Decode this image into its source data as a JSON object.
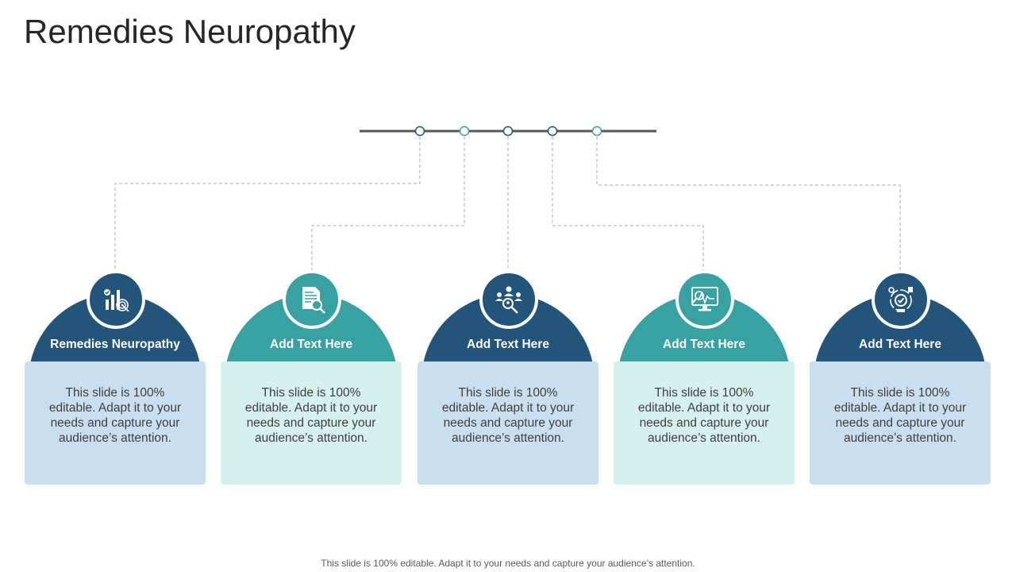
{
  "title": "Remedies Neuropathy",
  "colors": {
    "dark": "#23557a",
    "teal": "#38a2a2",
    "dark_body": "#c9dff0",
    "teal_body": "#d6f0f0"
  },
  "cards": [
    {
      "heading": "Remedies Neuropathy",
      "description": "This slide is 100% editable. Adapt it to your needs and capture your audience’s attention.",
      "icon": "analytics-target-icon"
    },
    {
      "heading": "Add Text Here",
      "description": "This slide is 100% editable. Adapt it to your needs and capture your audience’s attention.",
      "icon": "document-search-icon"
    },
    {
      "heading": "Add Text Here",
      "description": "This slide is 100% editable. Adapt it to your needs and capture your audience’s attention.",
      "icon": "team-search-icon"
    },
    {
      "heading": "Add Text Here",
      "description": "This slide is 100% editable. Adapt it to your needs and capture your audience’s attention.",
      "icon": "monitor-chart-icon"
    },
    {
      "heading": "Add Text Here",
      "description": "This slide is 100% editable. Adapt it to your needs and capture your audience’s attention.",
      "icon": "gear-check-icon"
    }
  ],
  "footer": "This slide is 100% editable. Adapt it to your needs and capture your audience’s attention."
}
